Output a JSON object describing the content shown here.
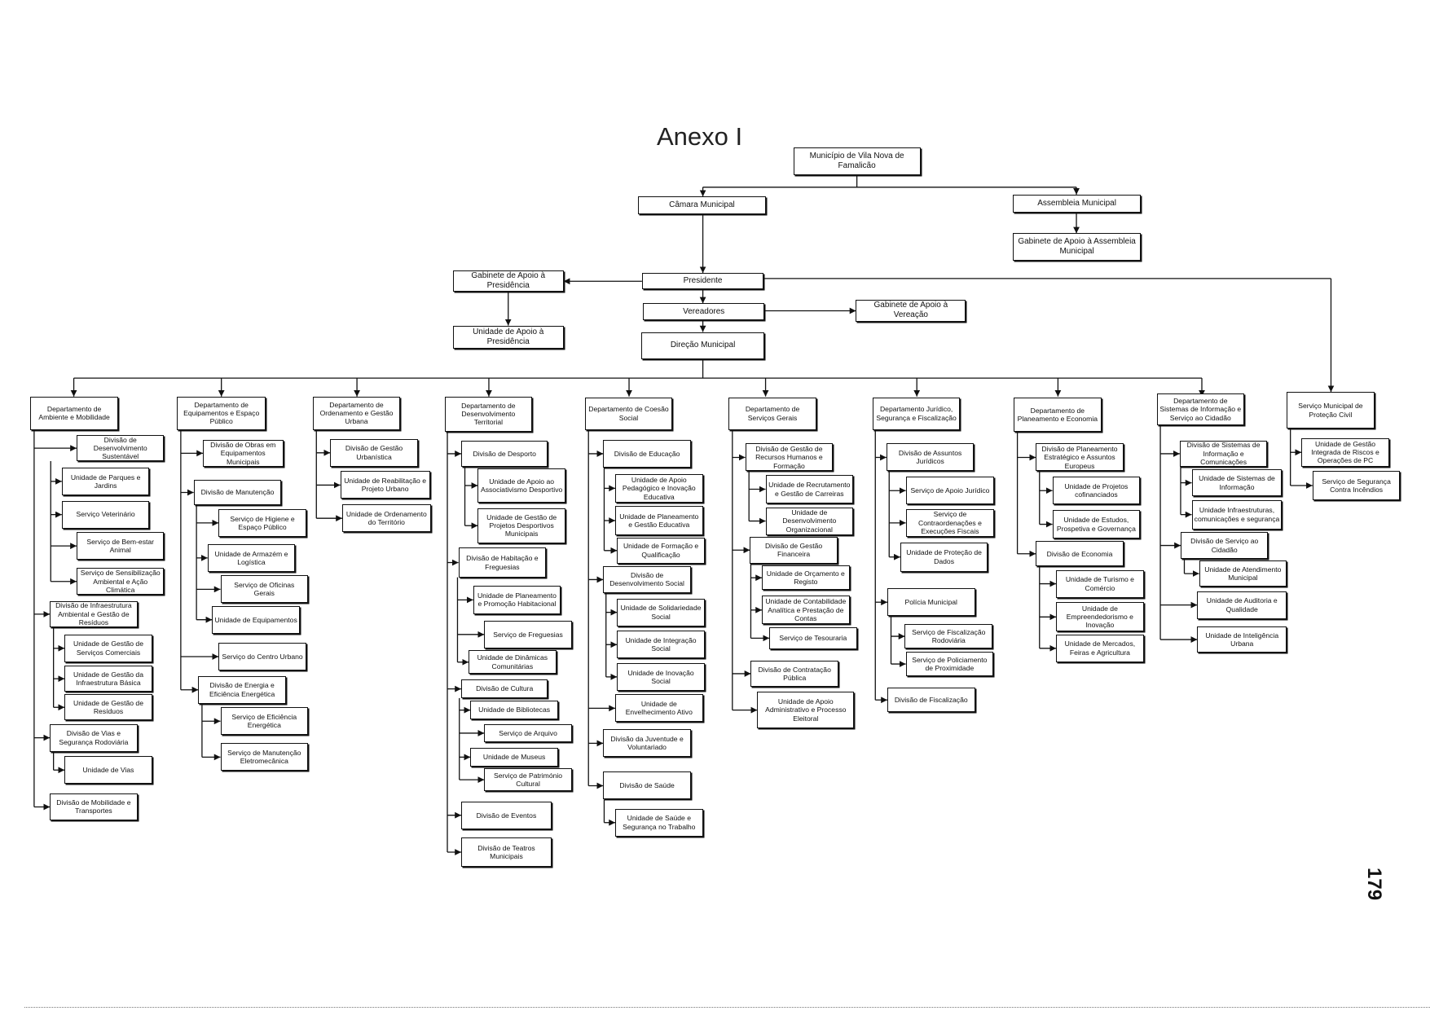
{
  "title": "Anexo I",
  "page_number": "179",
  "top": {
    "municipio": "Município de Vila Nova de Famalicão",
    "camara": "Câmara Municipal",
    "assembleia": "Assembleia Municipal",
    "gab_assembleia": "Gabinete de Apoio à Assembleia Municipal",
    "gab_presidencia": "Gabinete de Apoio à Presidência",
    "presidente": "Presidente",
    "unid_presidencia": "Unidade de Apoio à Presidência",
    "vereadores": "Vereadores",
    "gab_vereacao": "Gabinete de Apoio à Vereação",
    "direcao": "Direção Municipal"
  },
  "departments": [
    {
      "label": "Departamento de Ambiente e Mobilidade",
      "children": [
        {
          "label": "Divisão de Desenvolvimento Sustentável",
          "children": [
            {
              "label": "Unidade de Parques e Jardins"
            },
            {
              "label": "Serviço Veterinário"
            },
            {
              "label": "Serviço de Bem-estar Animal"
            },
            {
              "label": "Serviço de Sensibilização Ambiental e Ação Climática"
            }
          ]
        },
        {
          "label": "Divisão de Infraestrutura Ambiental e Gestão de Resíduos",
          "children": [
            {
              "label": "Unidade de Gestão de Serviços Comerciais"
            },
            {
              "label": "Unidade de Gestão da Infraestrutura Básica"
            },
            {
              "label": "Unidade de Gestão de Resíduos"
            }
          ]
        },
        {
          "label": "Divisão de Vias e Segurança Rodoviária",
          "children": [
            {
              "label": "Unidade de Vias"
            }
          ]
        },
        {
          "label": "Divisão de Mobilidade e Transportes"
        }
      ]
    },
    {
      "label": "Departamento de Equipamentos e Espaço Público",
      "children": [
        {
          "label": "Divisão de Obras em Equipamentos Municipais"
        },
        {
          "label": "Divisão de Manutenção",
          "children": [
            {
              "label": "Serviço de Higiene e Espaço Público"
            },
            {
              "label": "Unidade de Armazém e Logística"
            },
            {
              "label": "Serviço de Oficinas Gerais"
            },
            {
              "label": "Unidade de Equipamentos"
            }
          ]
        },
        {
          "label": "Serviço do Centro Urbano"
        },
        {
          "label": "Divisão de Energia e Eficiência Energética",
          "children": [
            {
              "label": "Serviço de Eficiência Energética"
            },
            {
              "label": "Serviço de Manutenção Eletromecânica"
            }
          ]
        }
      ]
    },
    {
      "label": "Departamento de Ordenamento e Gestão Urbana",
      "children": [
        {
          "label": "Divisão de Gestão Urbanística"
        },
        {
          "label": "Unidade de Reabilitação e Projeto Urbano"
        },
        {
          "label": "Unidade de Ordenamento do Território"
        }
      ]
    },
    {
      "label": "Departamento de Desenvolvimento Territorial",
      "children": [
        {
          "label": "Divisão de Desporto",
          "children": [
            {
              "label": "Unidade de Apoio ao Associativismo Desportivo"
            },
            {
              "label": "Unidade de Gestão de Projetos Desportivos Municipais"
            }
          ]
        },
        {
          "label": "Divisão de Habitação e Freguesias",
          "children": [
            {
              "label": "Unidade de Planeamento e Promoção Habitacional"
            },
            {
              "label": "Serviço de Freguesias"
            },
            {
              "label": "Unidade de Dinâmicas Comunitárias"
            }
          ]
        },
        {
          "label": "Divisão de Cultura",
          "children": [
            {
              "label": "Unidade de Bibliotecas"
            },
            {
              "label": "Serviço de Arquivo"
            },
            {
              "label": "Unidade de Museus"
            },
            {
              "label": "Serviço de Património Cultural"
            }
          ]
        },
        {
          "label": "Divisão de Eventos"
        },
        {
          "label": "Divisão de Teatros Municipais"
        }
      ]
    },
    {
      "label": "Departamento de Coesão Social",
      "children": [
        {
          "label": "Divisão de Educação",
          "children": [
            {
              "label": "Unidade de Apoio Pedagógico e Inovação Educativa"
            },
            {
              "label": "Unidade de Planeamento e Gestão Educativa"
            },
            {
              "label": "Unidade de Formação e Qualificação"
            }
          ]
        },
        {
          "label": "Divisão de Desenvolvimento Social",
          "children": [
            {
              "label": "Unidade de Solidariedade Social"
            },
            {
              "label": "Unidade de Integração Social"
            },
            {
              "label": "Unidade de Inovação Social"
            }
          ]
        },
        {
          "label": "Unidade de Envelhecimento Ativo"
        },
        {
          "label": "Divisão da Juventude e Voluntariado"
        },
        {
          "label": "Divisão de Saúde",
          "children": [
            {
              "label": "Unidade de Saúde e Segurança no Trabalho"
            }
          ]
        }
      ]
    },
    {
      "label": "Departamento de Serviços Gerais",
      "children": [
        {
          "label": "Divisão de Gestão de Recursos Humanos e Formação",
          "children": [
            {
              "label": "Unidade de Recrutamento e Gestão de Carreiras"
            },
            {
              "label": "Unidade de Desenvolvimento Organizacional"
            }
          ]
        },
        {
          "label": "Divisão de Gestão Financeira",
          "children": [
            {
              "label": "Unidade de Orçamento e Registo"
            },
            {
              "label": "Unidade de Contabilidade Analítica e Prestação de Contas"
            },
            {
              "label": "Serviço de Tesouraria"
            }
          ]
        },
        {
          "label": "Divisão de Contratação Pública"
        },
        {
          "label": "Unidade de Apoio Administrativo e Processo Eleitoral"
        }
      ]
    },
    {
      "label": "Departamento Jurídico, Segurança e Fiscalização",
      "children": [
        {
          "label": "Divisão de Assuntos Jurídicos",
          "children": [
            {
              "label": "Serviço de Apoio Jurídico"
            },
            {
              "label": "Serviço de Contraordenações e Execuções Fiscais"
            },
            {
              "label": "Unidade de Proteção de Dados"
            }
          ]
        },
        {
          "label": "Polícia Municipal",
          "children": [
            {
              "label": "Serviço de Fiscalização Rodoviária"
            },
            {
              "label": "Serviço de Policiamento de Proximidade"
            }
          ]
        },
        {
          "label": "Divisão de Fiscalização"
        }
      ]
    },
    {
      "label": "Departamento de Planeamento e Economia",
      "children": [
        {
          "label": "Divisão de Planeamento Estratégico e Assuntos Europeus",
          "children": [
            {
              "label": "Unidade de Projetos cofinanciados"
            },
            {
              "label": "Unidade de Estudos, Prospetiva e Governança"
            }
          ]
        },
        {
          "label": "Divisão de Economia",
          "children": [
            {
              "label": "Unidade de Turismo e Comércio"
            },
            {
              "label": "Unidade de Empreendedorismo e Inovação"
            },
            {
              "label": "Unidade de Mercados, Feiras e Agricultura"
            }
          ]
        }
      ]
    },
    {
      "label": "Departamento de Sistemas de Informação e Serviço ao Cidadão",
      "children": [
        {
          "label": "Divisão de Sistemas de Informação e Comunicações",
          "children": [
            {
              "label": "Unidade de Sistemas de Informação"
            },
            {
              "label": "Unidade Infraestruturas, comunicações e segurança"
            }
          ]
        },
        {
          "label": "Divisão de Serviço ao Cidadão",
          "children": [
            {
              "label": "Unidade de Atendimento Municipal"
            }
          ]
        },
        {
          "label": "Unidade de Auditoria e Qualidade"
        },
        {
          "label": "Unidade de Inteligência Urbana"
        }
      ]
    },
    {
      "label": "Serviço Municipal de Proteção Civil",
      "children": [
        {
          "label": "Unidade de Gestão Integrada de Riscos e Operações de PC"
        },
        {
          "label": "Serviço de Segurança Contra Incêndios"
        }
      ]
    }
  ]
}
